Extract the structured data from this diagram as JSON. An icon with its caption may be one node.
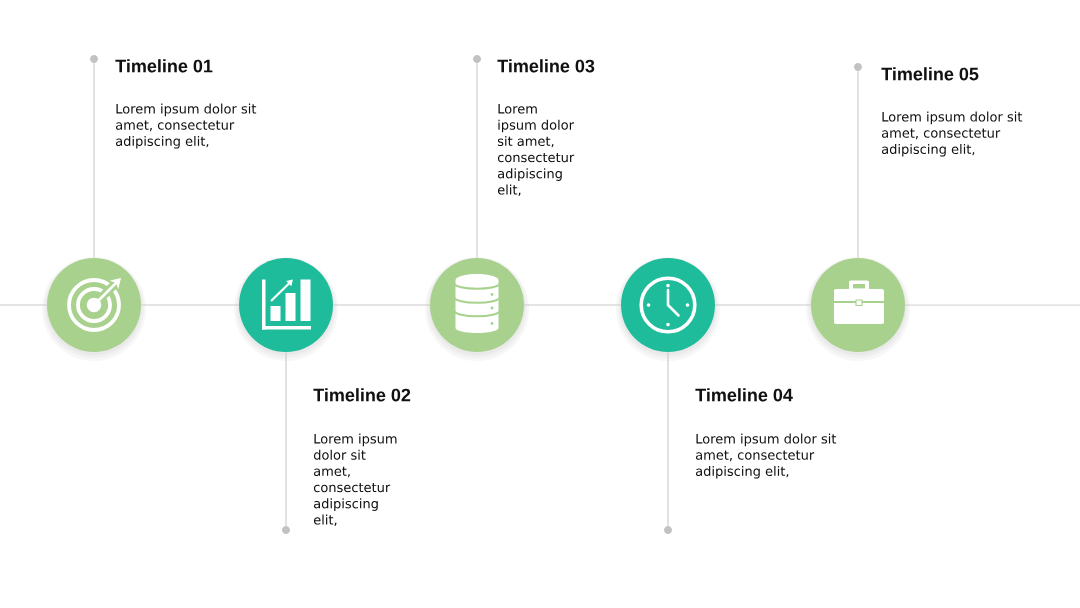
{
  "diagram": {
    "nodes": [
      {
        "text": [],
        "shape": "circle"
      },
      {
        "text": [],
        "shape": "circle"
      },
      {
        "text": [],
        "shape": "circle"
      },
      {
        "text": [],
        "shape": "circle"
      },
      {
        "text": [],
        "shape": "circle"
      },
      {
        "text": [],
        "shape": "circle",
        "beside": [
          "Timeline 01",
          "Lorem ipsum dolor sit amet, consectetur adipiscing elit,"
        ]
      },
      {
        "text": [],
        "shape": "circle",
        "beside": [
          "Timeline 02",
          "Lorem ipsum dolor sit amet, consectetur adipiscing elit,"
        ]
      },
      {
        "text": [],
        "shape": "circle",
        "beside": [
          "Timeline 03",
          "Lorem ipsum dolor sit amet, consectetur adipiscing elit,"
        ]
      },
      {
        "text": [],
        "shape": "circle",
        "beside": [
          "Timeline 04",
          "Lorem ipsum dolor sit amet, consectetur adipiscing elit,"
        ]
      },
      {
        "text": [],
        "shape": "circle",
        "beside": [
          "Timeline 05",
          "Lorem ipsum dolor sit amet, consectetur adipiscing elit,"
        ]
      }
    ],
    "edges": [
      {
        "from": null,
        "to": 0,
        "arrow": "none"
      },
      {
        "from": 0,
        "to": 1,
        "arrow": "none"
      },
      {
        "from": 1,
        "to": 2,
        "arrow": "none"
      },
      {
        "from": 2,
        "to": 3,
        "arrow": "none"
      },
      {
        "from": 3,
        "to": 4,
        "arrow": "none"
      },
      {
        "from": 4,
        "to": null,
        "arrow": "none"
      },
      {
        "from": 0,
        "to": 5,
        "arrow": "none"
      },
      {
        "from": 1,
        "to": 6,
        "arrow": "none"
      },
      {
        "from": 2,
        "to": 7,
        "arrow": "none"
      },
      {
        "from": 3,
        "to": 8,
        "arrow": "none"
      },
      {
        "from": 4,
        "to": 9,
        "arrow": "none"
      }
    ]
  }
}
